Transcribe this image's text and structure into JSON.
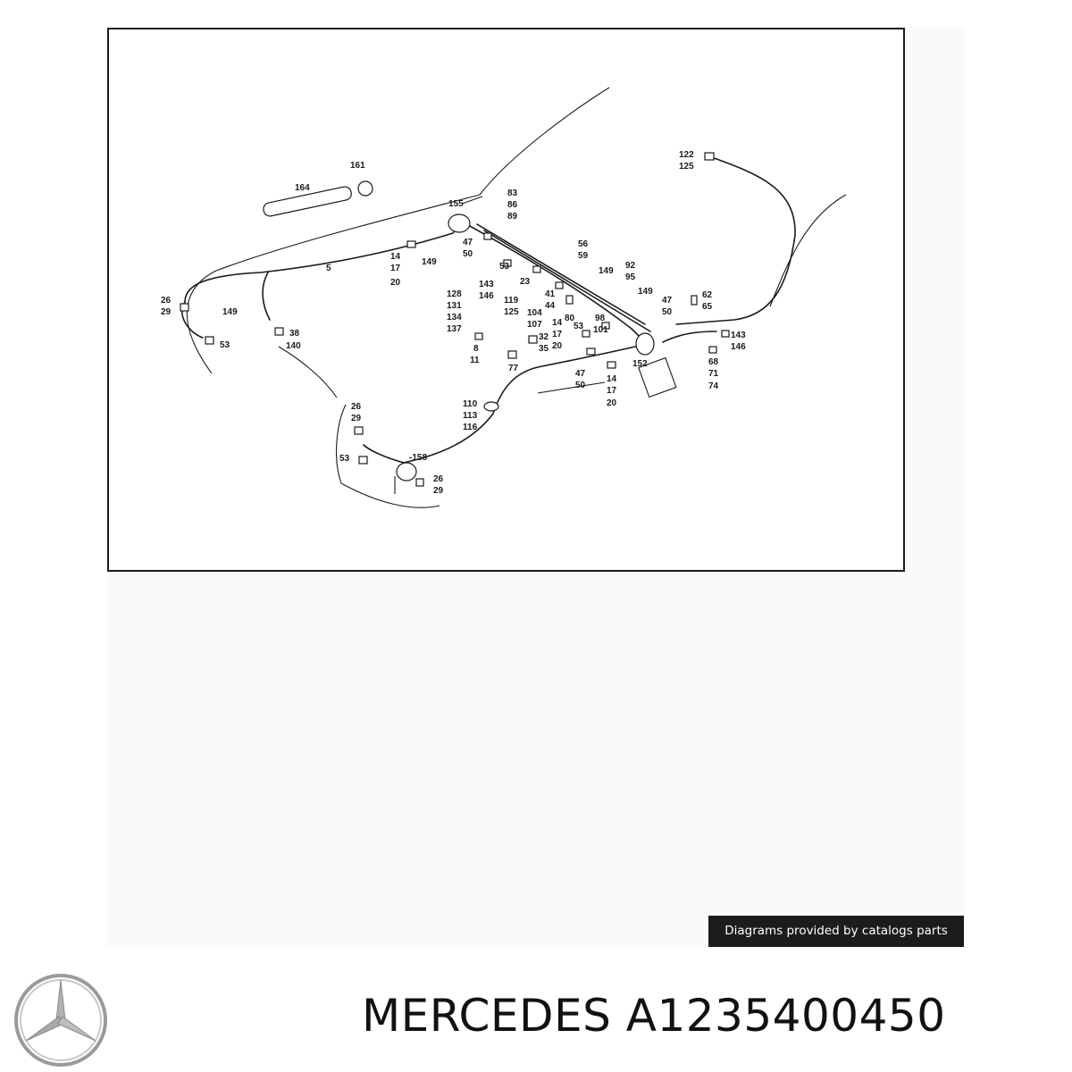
{
  "diagram": {
    "labels": {
      "l161": "161",
      "l164": "164",
      "l155": "155",
      "l83": "83",
      "l86": "86",
      "l89": "89",
      "l122": "122",
      "l125": "125",
      "l47a": "47",
      "l50a": "50",
      "l14a": "14",
      "l17a": "17",
      "l20a": "20",
      "l149a": "149",
      "l5": "5",
      "l56": "56",
      "l59": "59",
      "l53a": "53",
      "l143a": "143",
      "l146a": "146",
      "l23": "23",
      "l149b": "149",
      "l92": "92",
      "l95": "95",
      "l41": "41",
      "l44": "44",
      "l119": "119",
      "l125b": "125",
      "l104": "104",
      "l107": "107",
      "l80": "80",
      "l14b": "14",
      "l17b": "17",
      "l20b": "20",
      "l53b": "53",
      "l98": "98",
      "l101": "101",
      "l149c": "149",
      "l47b": "47",
      "l50b": "50",
      "l62": "62",
      "l65": "65",
      "l128": "128",
      "l131": "131",
      "l134": "134",
      "l137": "137",
      "l32": "32",
      "l35": "35",
      "l8": "8",
      "l11": "11",
      "l77": "77",
      "l47c": "47",
      "l50c": "50",
      "l152": "152",
      "l14c": "14",
      "l17c": "17",
      "l20c": "20",
      "l143b": "143",
      "l146b": "146",
      "l68": "68",
      "l71": "71",
      "l74": "74",
      "l26a": "26",
      "l29a": "29",
      "l149d": "149",
      "l53c": "53",
      "l38": "38",
      "l140": "140",
      "l110": "110",
      "l113": "113",
      "l116": "116",
      "l26b": "26",
      "l29b": "29",
      "l53d": "53",
      "l158": "-158",
      "l26c": "26",
      "l29c": "29"
    }
  },
  "attribution": "Diagrams provided by catalogs parts",
  "brand": {
    "name": "MERCEDES",
    "part_number": "A1235400450"
  }
}
